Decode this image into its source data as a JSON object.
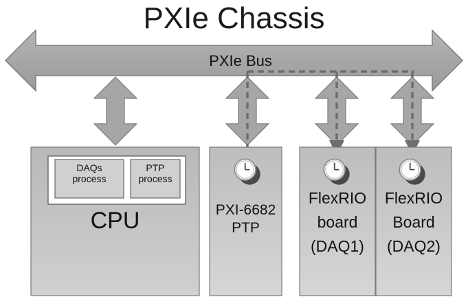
{
  "diagram": {
    "title": "PXIe Chassis",
    "bus_label": "PXIe Bus",
    "cpu": {
      "label": "CPU",
      "daqs_process": [
        "DAQs",
        "process"
      ],
      "ptp_process": [
        "PTP",
        "process"
      ]
    },
    "pxi_card": {
      "lines": [
        "PXI-6682",
        "PTP"
      ]
    },
    "flexrio_1": {
      "lines": [
        "FlexRIO",
        "board",
        "(DAQ1)"
      ]
    },
    "flexrio_2": {
      "lines": [
        "FlexRIO",
        "Board",
        "(DAQ2)"
      ]
    },
    "colors": {
      "arrow_fill": "#a6a6a6",
      "arrow_stroke": "#7a7a7a",
      "card_fill": "#bfbfbf",
      "sync_line": "#6e6e6e"
    }
  }
}
